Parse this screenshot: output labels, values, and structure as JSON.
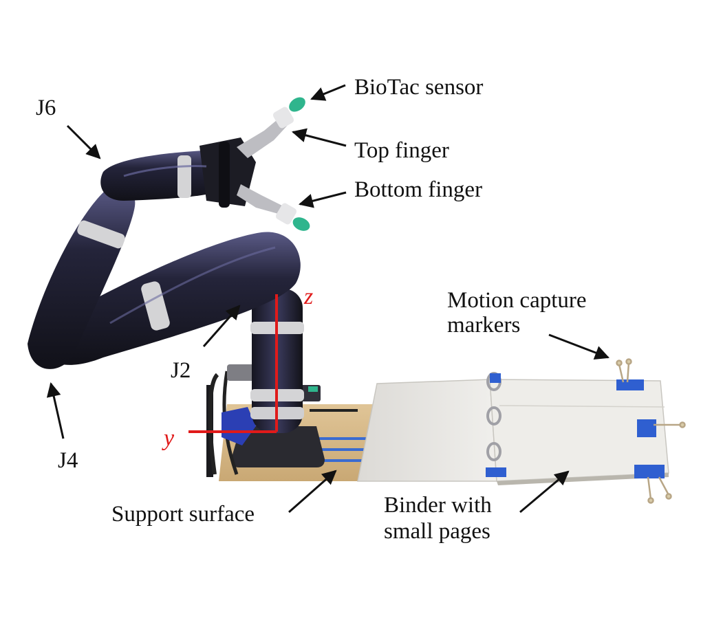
{
  "labels": {
    "biotac": "BioTac sensor",
    "top_finger": "Top finger",
    "bottom_finger": "Bottom finger",
    "j6": "J6",
    "j2": "J2",
    "j4": "J4",
    "mocap_line1": "Motion capture",
    "mocap_line2": "markers",
    "support": "Support surface",
    "binder_line1": "Binder with",
    "binder_line2": "small pages"
  },
  "axes": {
    "z": "z",
    "y": "y"
  },
  "colors": {
    "axis": "#e01a1a",
    "arm": "#1c1c2a",
    "arm_highlight": "#4a4a78",
    "strap": "#d4d4d6",
    "fingertip": "#2fb58d",
    "board": "#d6b888",
    "binder_page": "#e9e8e4",
    "tape": "#2f5fd0",
    "mount": "#2a2a30"
  }
}
